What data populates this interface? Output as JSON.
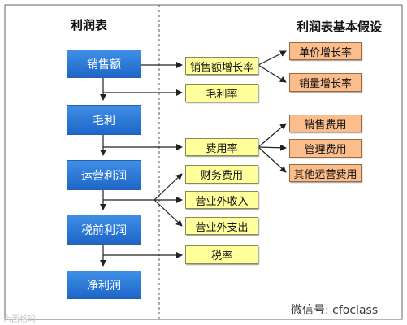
{
  "titles": {
    "left": "利润表",
    "right": "利润表基本假设"
  },
  "income_statement": [
    "销售额",
    "毛利",
    "运营利润",
    "税前利润",
    "净利润"
  ],
  "drivers": [
    "销售额增长率",
    "毛利率",
    "费用率",
    "财务费用",
    "营业外收入",
    "营业外支出",
    "税率"
  ],
  "sub_drivers": [
    "单价增长率",
    "销量增长率",
    "销售费用",
    "管理费用",
    "其他运营费用"
  ],
  "watermarks": {
    "left": "六西格玛",
    "right": "微信号: cfoclass"
  },
  "colors": {
    "blue": "#1e66c8",
    "yellow": "#ffff9c",
    "orange": "#fbbd8c",
    "line": "#222222"
  }
}
